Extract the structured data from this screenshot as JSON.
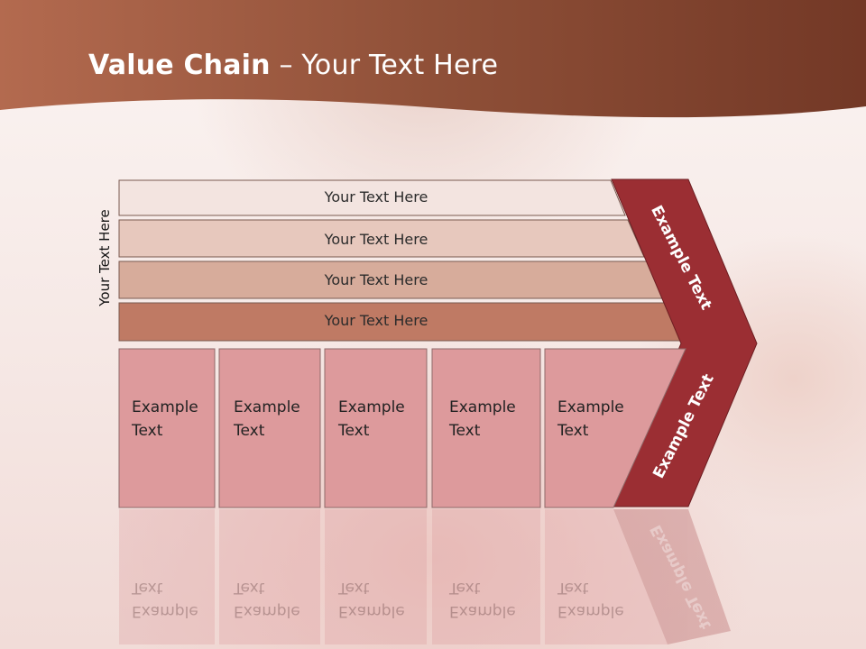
{
  "slide": {
    "title_bold": "Value Chain",
    "title_rest": " – Your Text Here",
    "vertical_label": "Your Text Here",
    "bars": [
      {
        "label": "Your Text Here"
      },
      {
        "label": "Your Text Here"
      },
      {
        "label": "Your Text Here"
      },
      {
        "label": "Your Text Here"
      }
    ],
    "boxes": [
      {
        "line1": "Example",
        "line2": "Text"
      },
      {
        "line1": "Example",
        "line2": "Text"
      },
      {
        "line1": "Example",
        "line2": "Text"
      },
      {
        "line1": "Example",
        "line2": "Text"
      },
      {
        "line1": "Example",
        "line2": "Text"
      }
    ],
    "chevron_top_label": "Example Text",
    "chevron_bottom_label": "Example Text"
  },
  "colors": {
    "header_brown": "#8a4a33",
    "bar_1": "#f3e4e0",
    "bar_2": "#e7c8bd",
    "bar_3": "#d7ac9b",
    "bar_4": "#bf7a64",
    "box_fill": "#dd9a9c",
    "chevron": "#9b2e33"
  }
}
